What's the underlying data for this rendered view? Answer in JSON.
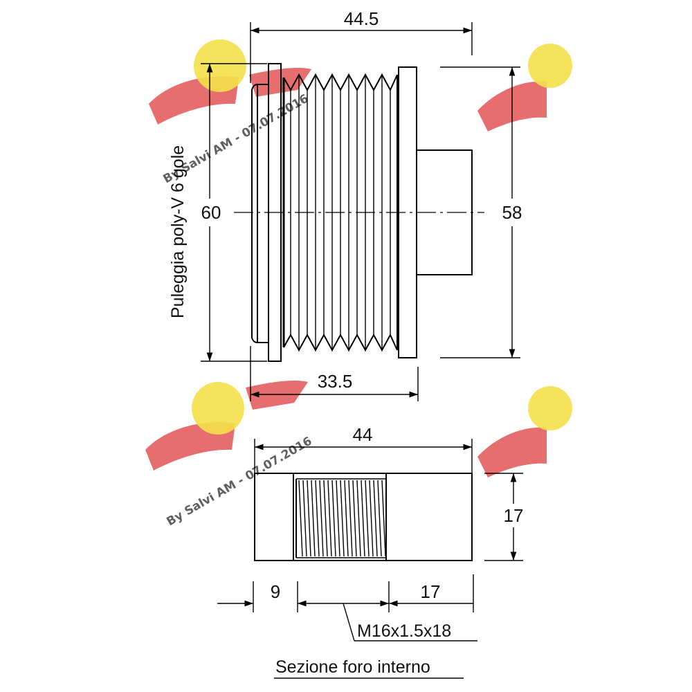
{
  "pulley": {
    "label": "Puleggia poly-V 6 gole",
    "dim_width_total": "44.5",
    "dim_width_body": "33.5",
    "dim_diameter_outer": "60",
    "dim_diameter_flange": "58"
  },
  "section": {
    "dim_length": "44",
    "dim_diameter": "17",
    "dim_left_plain": "9",
    "dim_right_plain": "17",
    "thread_spec": "M16x1.5x18",
    "caption": "Sezione foro interno"
  },
  "watermark": {
    "text": "By Salvi AM - 07.07.2016",
    "colors": {
      "wing": "#e04a4a",
      "badge": "#f4e04a"
    }
  }
}
